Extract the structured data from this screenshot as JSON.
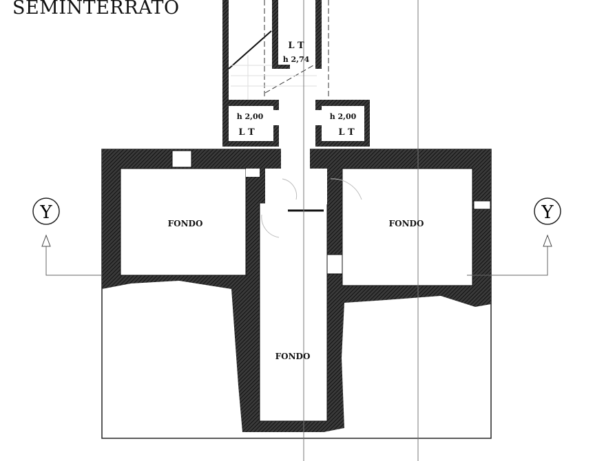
{
  "title": "SEMINTERRATO",
  "rooms": [
    {
      "label": "FONDO"
    },
    {
      "label": "FONDO"
    },
    {
      "label": "FONDO"
    }
  ],
  "upper": {
    "stair_label": "L T",
    "stair_height": "h 2,74",
    "left_room_height": "h 2,00",
    "left_room_label": "L T",
    "right_room_height": "h 2,00",
    "right_room_label": "L T"
  },
  "section_markers": [
    {
      "label": "Y"
    },
    {
      "label": "Y"
    }
  ],
  "colors": {
    "wall": "#2b2b2b",
    "line": "#555555"
  }
}
